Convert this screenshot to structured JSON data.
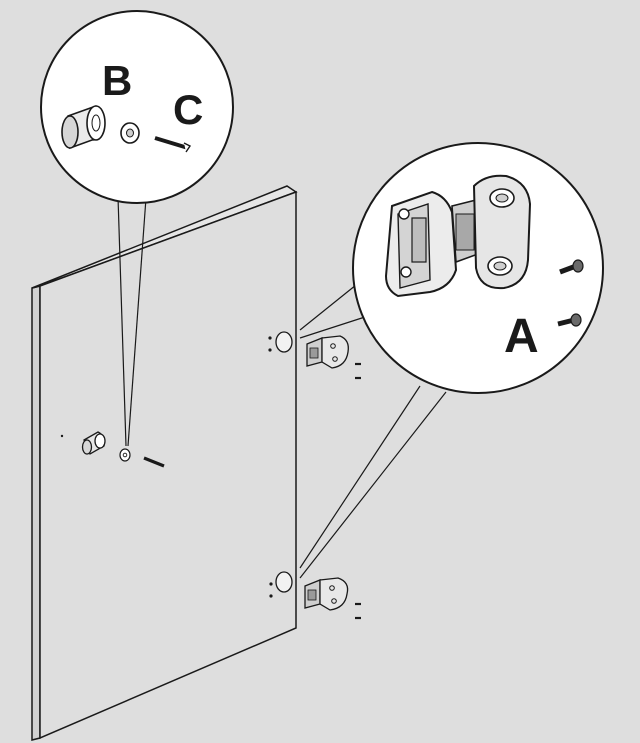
{
  "labels": {
    "a": "A",
    "b": "B",
    "c": "C"
  },
  "colors": {
    "background": "#dedede",
    "line": "#1a1a1a",
    "panel_face": "#dedede",
    "panel_edge": "#d2d2d2",
    "callout_fill": "#ffffff"
  }
}
